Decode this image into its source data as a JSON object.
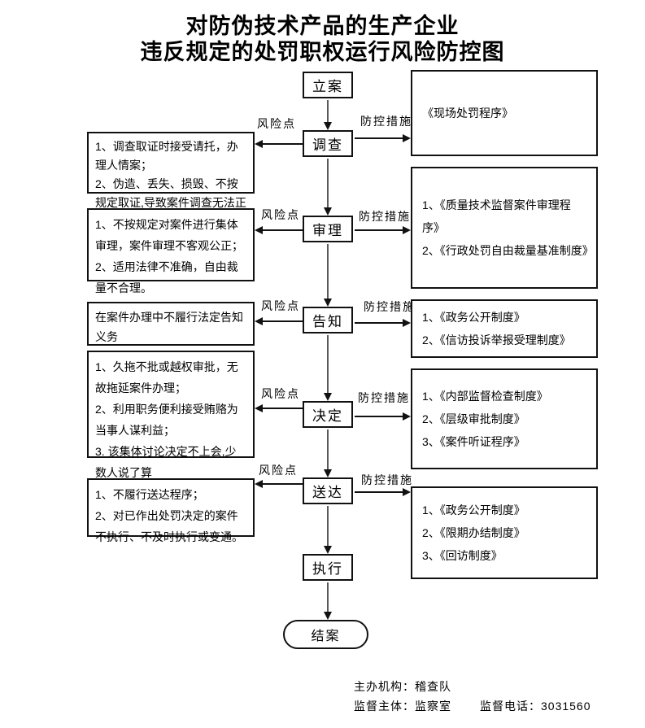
{
  "title": {
    "line1": "对防伪技术产品的生产企业",
    "line2": "违反规定的处罚职权运行风险防控图"
  },
  "nodes": {
    "lian": "立案",
    "diaocha": "调查",
    "shenli": "审理",
    "gaozhi": "告知",
    "jueding": "决定",
    "songda": "送达",
    "zhixing": "执行",
    "jiean": "结案"
  },
  "connector_labels": {
    "risk": "风险点",
    "measure": "防控措施"
  },
  "risk_boxes": {
    "r1": "1、调查取证时接受请托，办理人情案；\n2、伪造、丢失、损毁、不按规定取证,导致案件调查无法正常进行",
    "r2": "1、不按规定对案件进行集体审理，案件审理不客观公正；\n2、适用法律不准确，自由裁量不合理。",
    "r3": "在案件办理中不履行法定告知义务",
    "r4": "1、久拖不批或越权审批，无故拖延案件办理；\n2、利用职务便利接受贿赂为当事人谋利益；\n3. 该集体讨论决定不上会,少数人说了算",
    "r5": "1、不履行送达程序；\n2、对已作出处罚决定的案件不执行、不及时执行或变通。"
  },
  "measure_boxes": {
    "m1": "《现场处罚程序》",
    "m2": "1、《质量技术监督案件审理程序》\n2、《行政处罚自由裁量基准制度》",
    "m3": "1、《政务公开制度》\n2、《信访投诉举报受理制度》",
    "m4": "1、《内部监督检查制度》\n2、《层级审批制度》\n3、《案件听证程序》",
    "m5": "1、《政务公开制度》\n2、《限期办结制度》\n3、《回访制度》"
  },
  "footer": {
    "organizer": "主办机构：稽查队",
    "supervisor": "监督主体：监察室",
    "phone": "监督电话：3031560"
  }
}
